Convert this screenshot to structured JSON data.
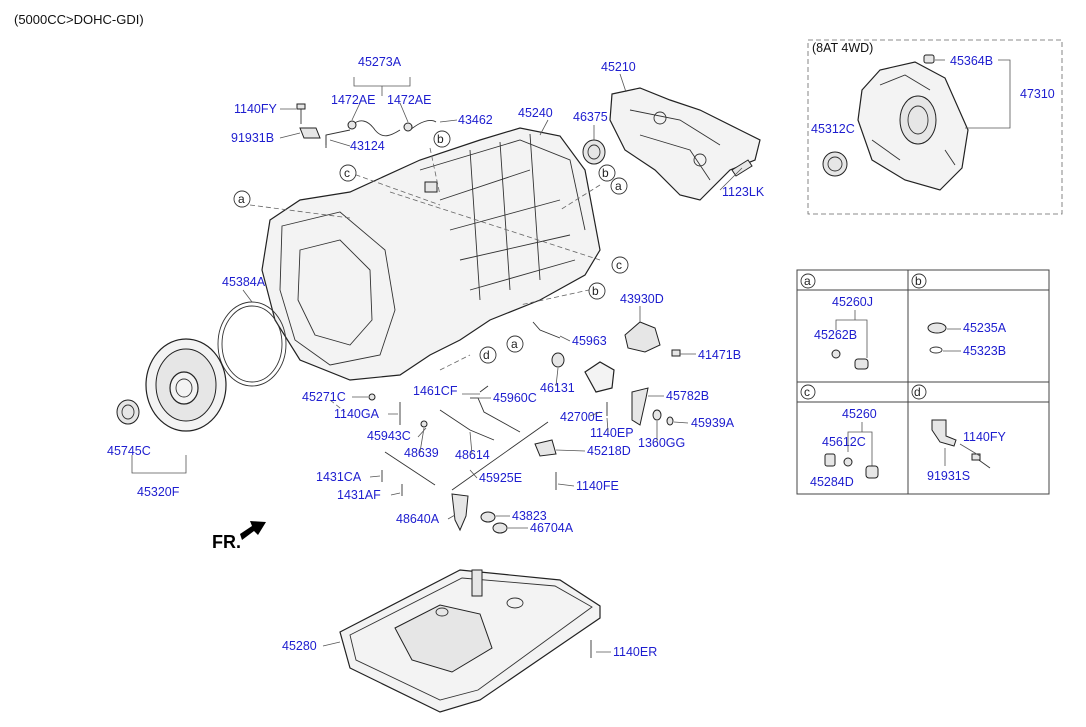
{
  "header": {
    "engine_code": "(5000CC>DOHC-GDI)"
  },
  "variant_box": {
    "title": "(8AT 4WD)"
  },
  "front_indicator": {
    "text": "FR."
  },
  "callouts": [
    "a",
    "b",
    "c",
    "d"
  ],
  "parts": {
    "p45273A": "45273A",
    "p1472AE_1": "1472AE",
    "p1472AE_2": "1472AE",
    "p1140FY": "1140FY",
    "p91931B": "91931B",
    "p43124": "43124",
    "p43462": "43462",
    "p45240": "45240",
    "p45210": "45210",
    "p46375": "46375",
    "p1123LK": "1123LK",
    "p45364B": "45364B",
    "p47310": "47310",
    "p45312C": "45312C",
    "p45384A": "45384A",
    "p43930D": "43930D",
    "p45963": "45963",
    "p41471B": "41471B",
    "p46131": "46131",
    "p45782B": "45782B",
    "p45271C": "45271C",
    "p1461CF": "1461CF",
    "p45960C": "45960C",
    "p1140GA": "1140GA",
    "p42700E": "42700E",
    "p45939A": "45939A",
    "p1140EP": "1140EP",
    "p1360GG": "1360GG",
    "p45943C": "45943C",
    "p48639": "48639",
    "p48614": "48614",
    "p45218D": "45218D",
    "p45745C": "45745C",
    "p1431CA": "1431CA",
    "p45925E": "45925E",
    "p1140FE": "1140FE",
    "p45320F": "45320F",
    "p1431AF": "1431AF",
    "p43823": "43823",
    "p48640A": "48640A",
    "p46704A": "46704A",
    "p45280": "45280",
    "p1140ER": "1140ER"
  },
  "legend": {
    "a": {
      "letter": "a",
      "parts": [
        "45260J",
        "45262B"
      ]
    },
    "b": {
      "letter": "b",
      "parts": [
        "45235A",
        "45323B"
      ]
    },
    "c": {
      "letter": "c",
      "parts": [
        "45260",
        "45612C",
        "45284D"
      ]
    },
    "d": {
      "letter": "d",
      "parts": [
        "1140FY",
        "91931S"
      ]
    }
  }
}
